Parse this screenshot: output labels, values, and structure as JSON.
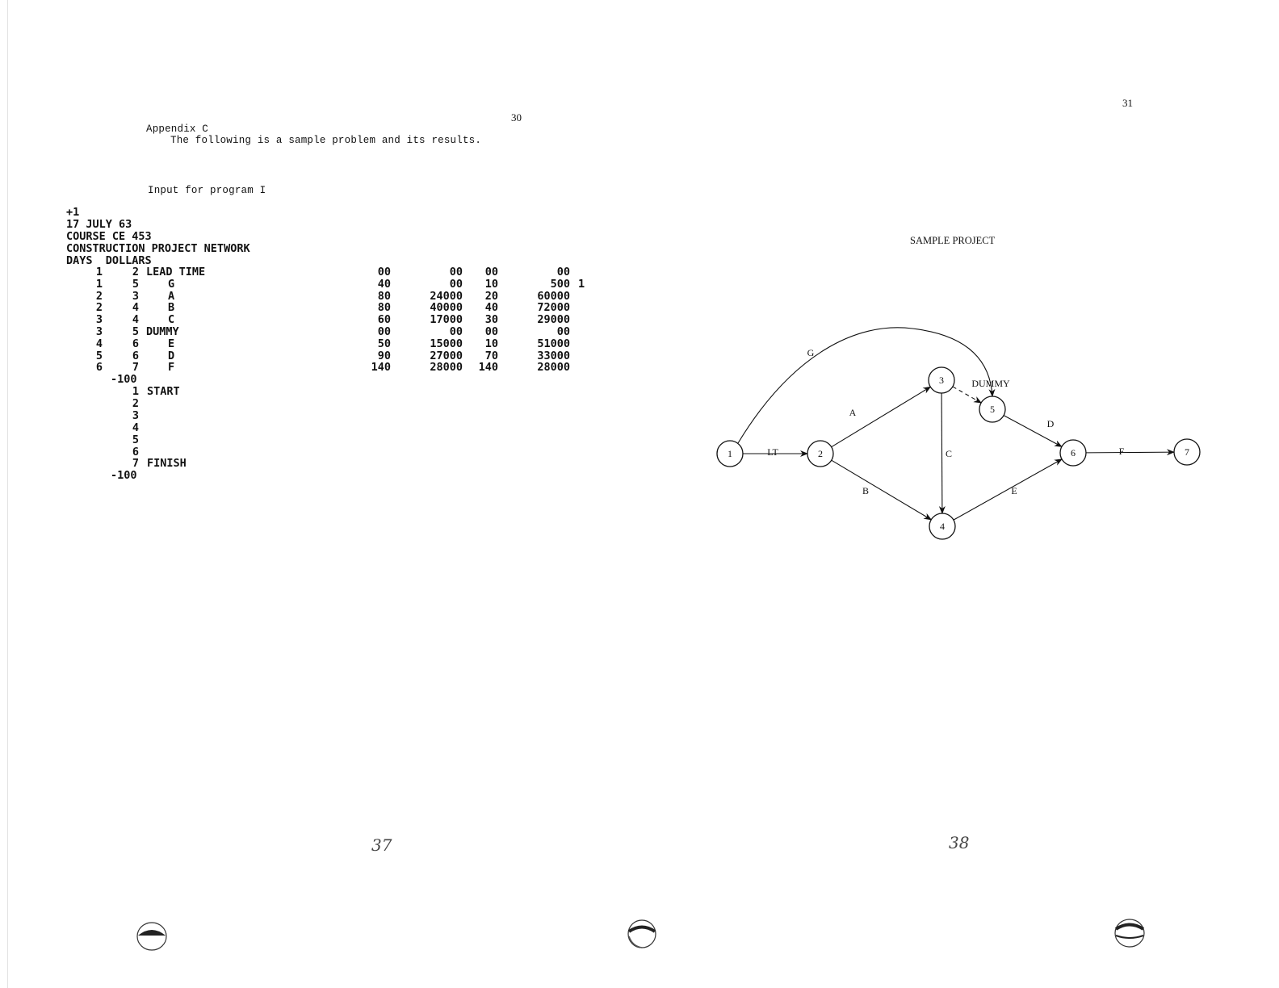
{
  "left_page": {
    "page_number": "30",
    "appendix_title": "Appendix C",
    "intro": "The following is a sample problem and its results.",
    "input_label": "Input for program I",
    "header_lines": [
      "+1",
      "17 JULY 63",
      "COURSE CE 453",
      "CONSTRUCTION PROJECT NETWORK",
      "DAYS  DOLLARS"
    ],
    "activities": [
      {
        "i": "1",
        "j": "2",
        "name": "LEAD TIME",
        "c1": "00",
        "c2": "00",
        "c3": "00",
        "c4": "00",
        "flag": ""
      },
      {
        "i": "1",
        "j": "5",
        "name": "G",
        "c1": "40",
        "c2": "00",
        "c3": "10",
        "c4": "500",
        "flag": "1"
      },
      {
        "i": "2",
        "j": "3",
        "name": "A",
        "c1": "80",
        "c2": "24000",
        "c3": "20",
        "c4": "60000",
        "flag": ""
      },
      {
        "i": "2",
        "j": "4",
        "name": "B",
        "c1": "80",
        "c2": "40000",
        "c3": "40",
        "c4": "72000",
        "flag": ""
      },
      {
        "i": "3",
        "j": "4",
        "name": "C",
        "c1": "60",
        "c2": "17000",
        "c3": "30",
        "c4": "29000",
        "flag": ""
      },
      {
        "i": "3",
        "j": "5",
        "name": "DUMMY",
        "c1": "00",
        "c2": "00",
        "c3": "00",
        "c4": "00",
        "flag": ""
      },
      {
        "i": "4",
        "j": "6",
        "name": "E",
        "c1": "50",
        "c2": "15000",
        "c3": "10",
        "c4": "51000",
        "flag": ""
      },
      {
        "i": "5",
        "j": "6",
        "name": "D",
        "c1": "90",
        "c2": "27000",
        "c3": "70",
        "c4": "33000",
        "flag": ""
      },
      {
        "i": "6",
        "j": "7",
        "name": "F",
        "c1": "140",
        "c2": "28000",
        "c3": "140",
        "c4": "28000",
        "flag": ""
      }
    ],
    "terminator_1": "-100",
    "events": [
      {
        "n": "1",
        "name": "START"
      },
      {
        "n": "2",
        "name": ""
      },
      {
        "n": "3",
        "name": ""
      },
      {
        "n": "4",
        "name": ""
      },
      {
        "n": "5",
        "name": ""
      },
      {
        "n": "6",
        "name": ""
      },
      {
        "n": "7",
        "name": "FINISH"
      }
    ],
    "terminator_2": "-100",
    "handwritten_number": "37"
  },
  "right_page": {
    "page_number": "31",
    "diagram_title": "SAMPLE PROJECT",
    "nodes": [
      "1",
      "2",
      "3",
      "4",
      "5",
      "6",
      "7"
    ],
    "edges": [
      {
        "from": "1",
        "to": "2",
        "label": "LT",
        "style": "solid"
      },
      {
        "from": "1",
        "to": "5",
        "label": "G",
        "style": "solid"
      },
      {
        "from": "2",
        "to": "3",
        "label": "A",
        "style": "solid"
      },
      {
        "from": "2",
        "to": "4",
        "label": "B",
        "style": "solid"
      },
      {
        "from": "3",
        "to": "4",
        "label": "C",
        "style": "solid"
      },
      {
        "from": "3",
        "to": "5",
        "label": "DUMMY",
        "style": "dashed"
      },
      {
        "from": "4",
        "to": "6",
        "label": "E",
        "style": "solid"
      },
      {
        "from": "5",
        "to": "6",
        "label": "D",
        "style": "solid"
      },
      {
        "from": "6",
        "to": "7",
        "label": "F",
        "style": "solid"
      }
    ],
    "handwritten_number": "38"
  },
  "colors": {
    "ink": "#111111",
    "paper": "#ffffff",
    "punch_hole": "#222222"
  }
}
